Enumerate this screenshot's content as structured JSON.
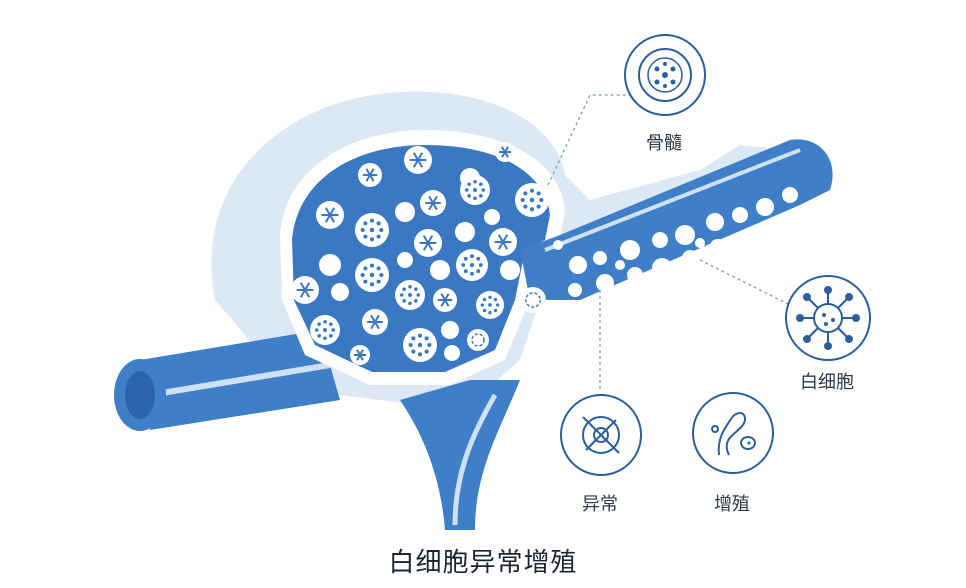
{
  "labels": {
    "bone_marrow": "骨髓",
    "white_blood_cell": "白细胞",
    "abnormal": "异常",
    "proliferation": "增殖"
  },
  "title": "白细胞异常增殖",
  "icons": {
    "bone_marrow": "bone-marrow-cell-icon",
    "white_blood_cell": "white-blood-cell-virus-icon",
    "abnormal": "abnormal-cell-crossed-icon",
    "proliferation": "cell-division-icon"
  },
  "colors": {
    "vessel": "#3f7fc8",
    "vessel_inner": "#d8e6f5",
    "marrow_fill": "#3a78c4",
    "shell": "#dbe7f4",
    "icon_stroke": "#2a5f99",
    "text": "#2c3a4a"
  }
}
